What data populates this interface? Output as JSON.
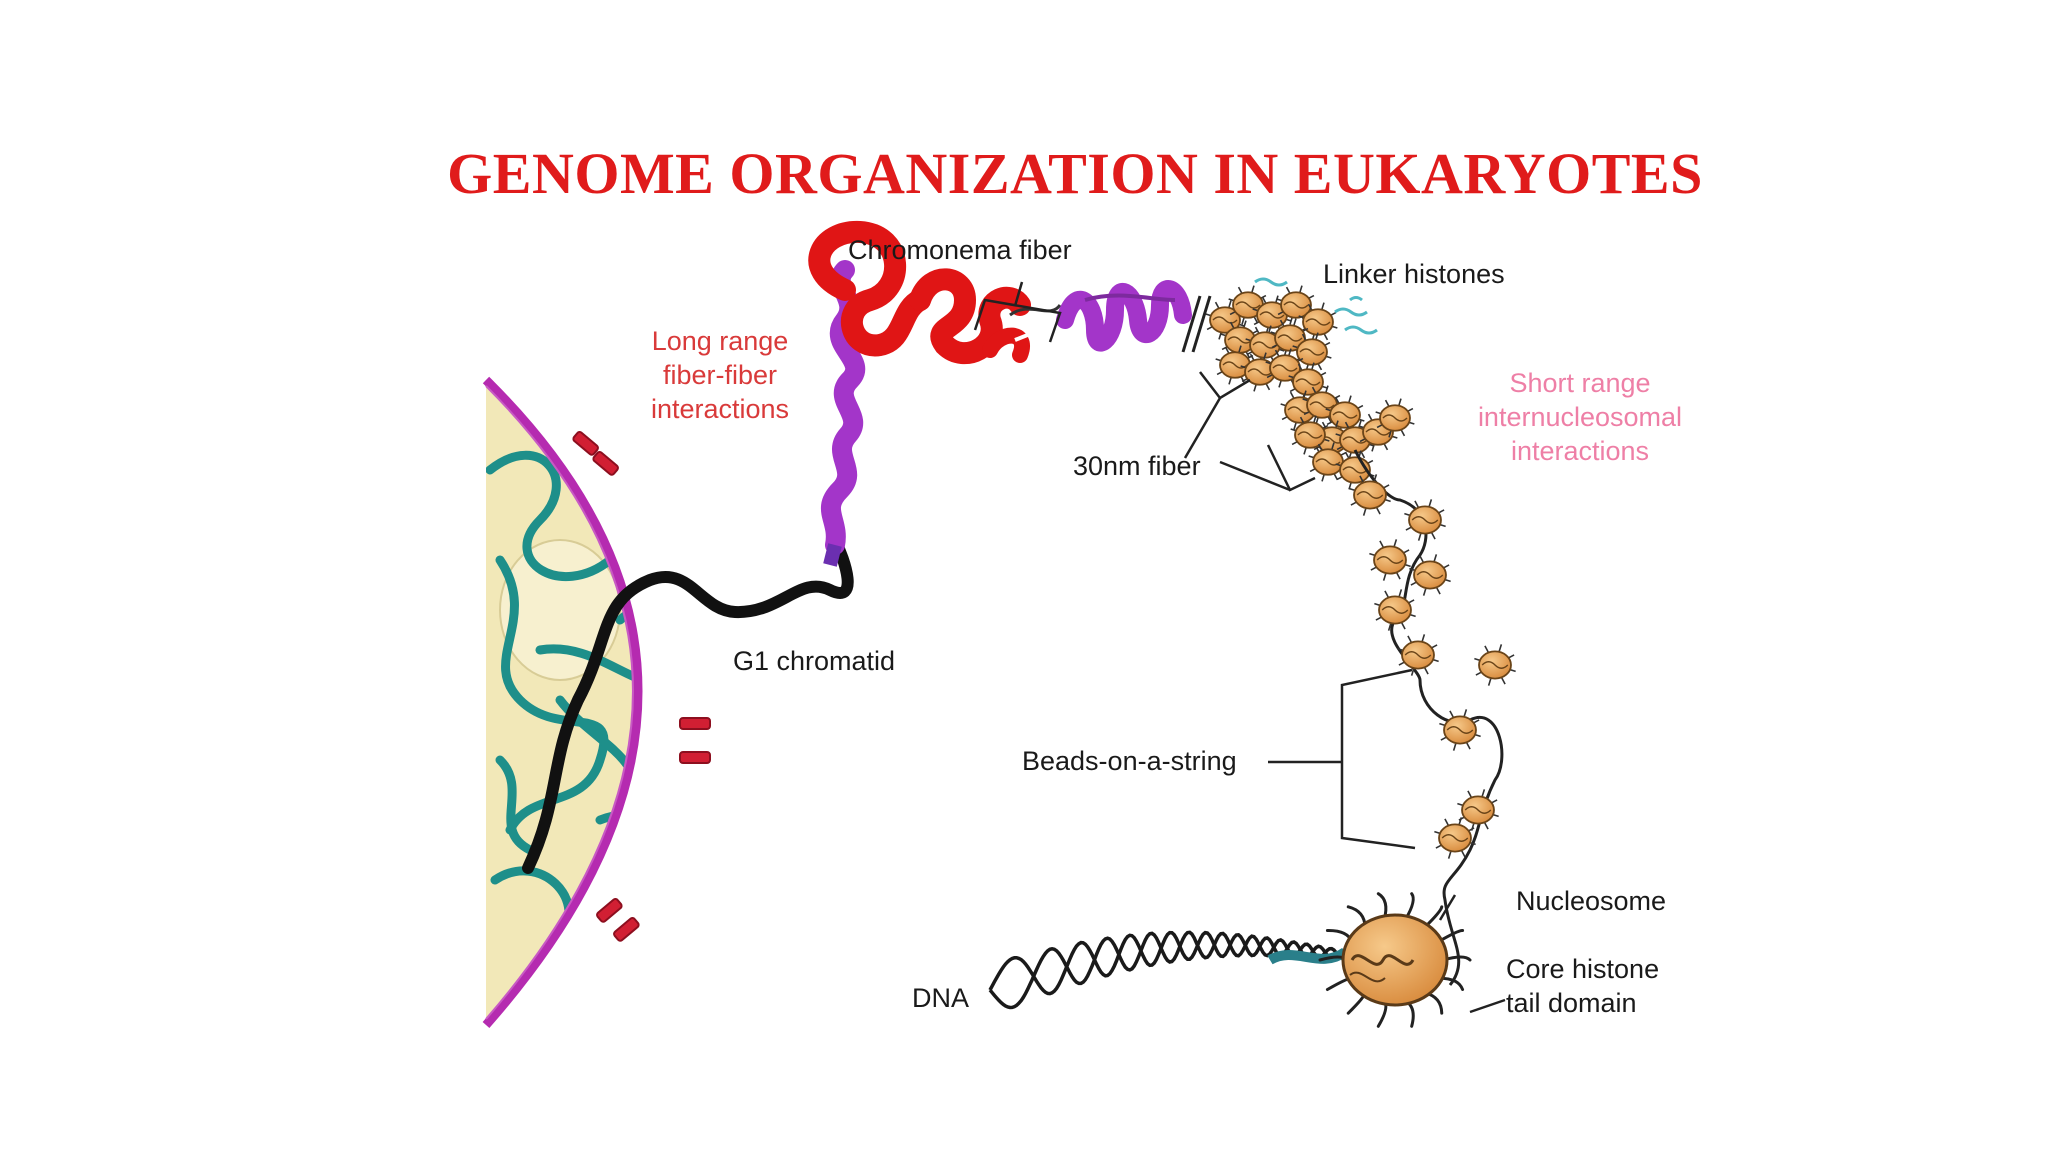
{
  "title": "GENOME ORGANIZATION IN EUKARYOTES",
  "colors": {
    "title": "#e01b1b",
    "long_range_label": "#d93a3a",
    "short_range_label": "#ee7fa6",
    "nuclear_envelope": "#b52bb0",
    "nucleoplasm": "#f2e8b8",
    "chromatin": "#1e8f8a",
    "pore": "#d11f33",
    "chromonema_red": "#e01515",
    "chromonema_purple": "#a335c9",
    "nucleosome": "#e9a356",
    "dna": "#1a1a1a"
  },
  "labels": {
    "chromonema_fiber": "Chromonema fiber",
    "linker_histones": "Linker histones",
    "long_range": [
      "Long range",
      "fiber-fiber",
      "interactions"
    ],
    "short_range": [
      "Short range",
      "internucleosomal",
      "interactions"
    ],
    "thirty_nm_fiber": "30nm fiber",
    "g1_chromatid": "G1 chromatid",
    "beads_on_a_string": "Beads-on-a-string",
    "nucleosome": "Nucleosome",
    "core_histone": [
      "Core histone",
      "tail domain"
    ],
    "dna": "DNA"
  }
}
